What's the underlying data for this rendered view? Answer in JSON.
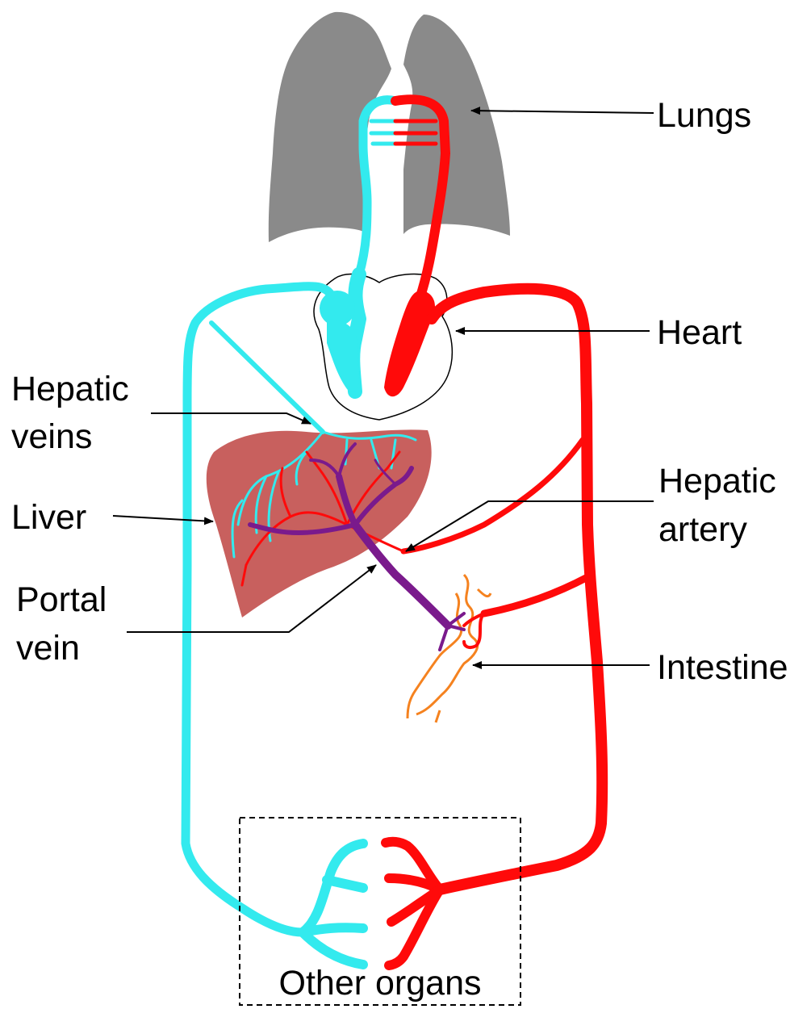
{
  "colors": {
    "vein": "#33eaee",
    "artery": "#ff0a0a",
    "portal": "#7a1a8c",
    "liver": "#c8605e",
    "lung": "#8a8a8a",
    "intestine": "#f5821f"
  },
  "labels": {
    "lungs": "Lungs",
    "heart": "Heart",
    "hepatic_veins_1": "Hepatic",
    "hepatic_veins_2": "veins",
    "liver": "Liver",
    "portal_vein_1": "Portal",
    "portal_vein_2": "vein",
    "hepatic_artery_1": "Hepatic",
    "hepatic_artery_2": "artery",
    "intestine": "Intestine",
    "other_organs": "Other organs"
  }
}
